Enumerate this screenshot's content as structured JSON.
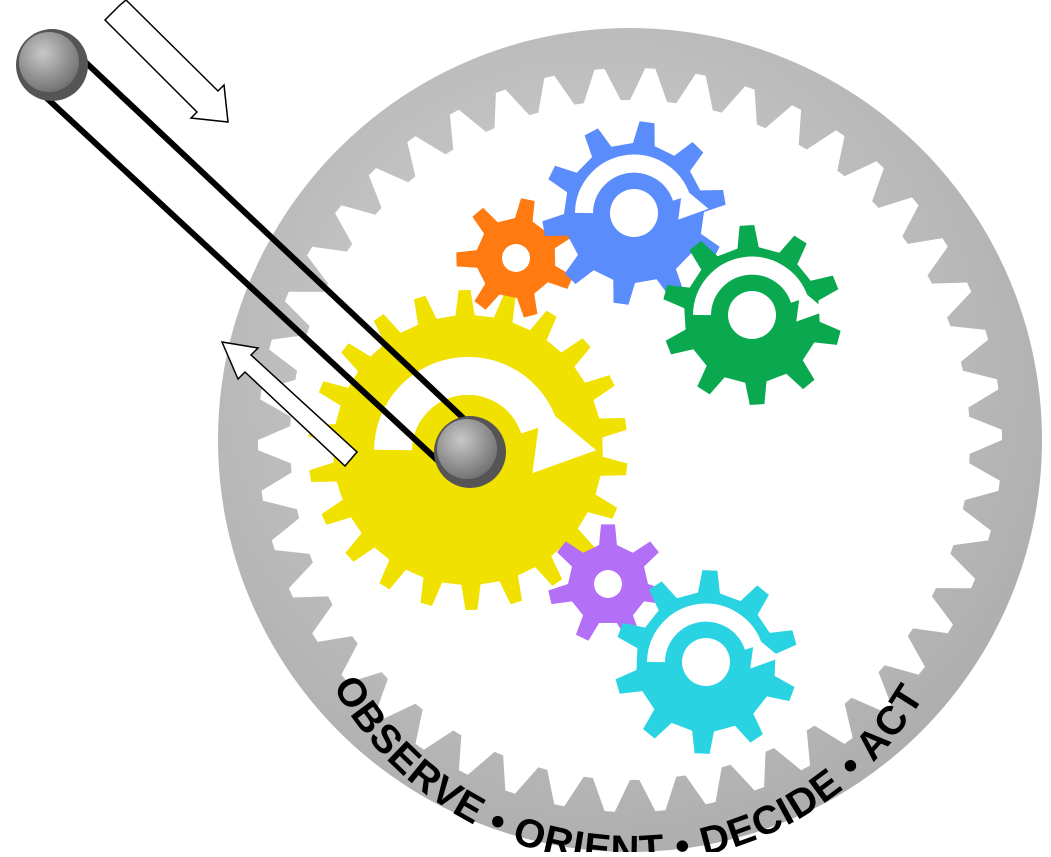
{
  "diagram": {
    "caption_words": [
      "OBSERVE",
      "ORIENT",
      "DECIDE",
      "ACT"
    ],
    "separator": "•",
    "gears": [
      {
        "name": "yellow-gear",
        "color": "#f0e100",
        "has_arrow": true
      },
      {
        "name": "orange-gear",
        "color": "#ff7a10",
        "has_arrow": false
      },
      {
        "name": "blue-gear",
        "color": "#5b8cfb",
        "has_arrow": true
      },
      {
        "name": "green-gear",
        "color": "#0aa84f",
        "has_arrow": true
      },
      {
        "name": "purple-gear",
        "color": "#b36ff6",
        "has_arrow": false
      },
      {
        "name": "cyan-gear",
        "color": "#2ad3e2",
        "has_arrow": true
      }
    ],
    "colors": {
      "outer_disc": "#b4b4b4",
      "inner_field": "#ffffff",
      "belt": "#000000",
      "pulley": "#8e8e8e"
    },
    "flow_arrows": [
      {
        "name": "belt-arrow-down",
        "direction": "down-right"
      },
      {
        "name": "belt-arrow-up",
        "direction": "up-left"
      }
    ]
  }
}
